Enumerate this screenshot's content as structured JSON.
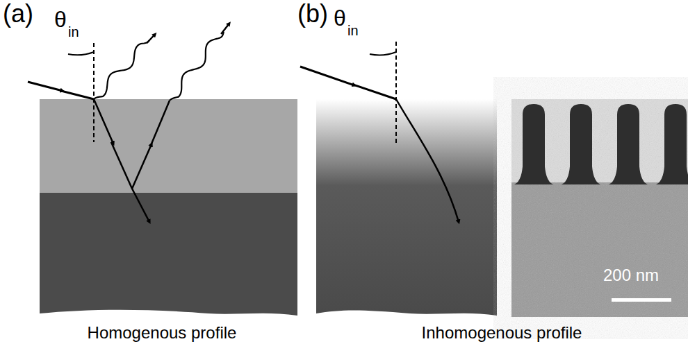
{
  "diagram": {
    "labels": [
      "(a)",
      "θ",
      "in",
      "(b)",
      "θ",
      "in",
      "200 nm",
      "Homogenous profile",
      "Inhomogenous profile"
    ]
  }
}
